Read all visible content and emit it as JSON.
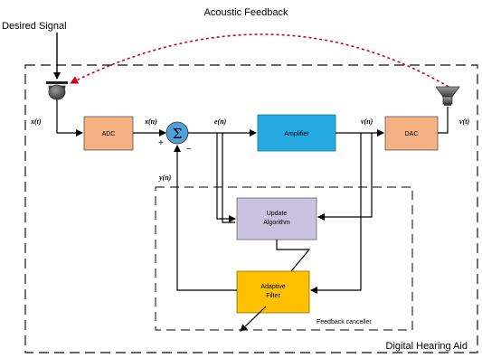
{
  "labels": {
    "acoustic_feedback": "Acoustic Feedback",
    "desired_signal": "Desired Signal",
    "digital_hearing_aid": "Digital Hearing Aid",
    "feedback_canceller": "Feedback canceller"
  },
  "signals": {
    "x_t": "x(t)",
    "x_n": "x(n)",
    "e_n": "e(n)",
    "v_n": "v(n)",
    "v_t": "v(t)",
    "y_n": "y(n)"
  },
  "summing_junction": {
    "symbol": "Σ",
    "plus_sign": "+",
    "minus_sign": "−"
  },
  "blocks": {
    "adc": "ADC",
    "amplifier": "Amplifier",
    "dac": "DAC",
    "update_algorithm": [
      "Update",
      "Algorithm"
    ],
    "adaptive_filter": [
      "Adaptive",
      "Filter"
    ]
  },
  "colors": {
    "adc_fill": "#f4b183",
    "dac_fill": "#f4b183",
    "amplifier_fill": "#27a9e1",
    "update_fill": "#c9c3e0",
    "adaptive_fill": "#ffc000",
    "summing_fill": "#4f9fd9",
    "acoustic_feedback_line": "#d0021b",
    "boundary": "#333333"
  },
  "icons": {
    "microphone": "microphone-icon",
    "loudspeaker": "loudspeaker-icon"
  }
}
